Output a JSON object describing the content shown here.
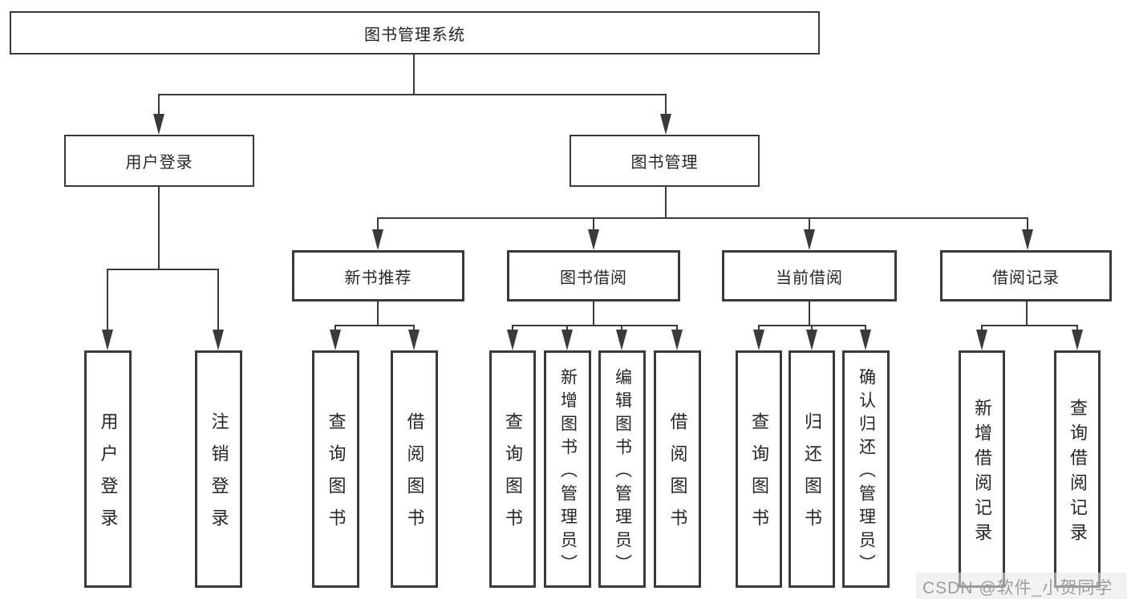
{
  "tree": {
    "root": "图书管理系统",
    "branches": [
      {
        "label": "用户登录",
        "children": [
          "用户登录",
          "注销登录"
        ]
      },
      {
        "label": "图书管理",
        "children": [
          {
            "label": "新书推荐",
            "children": [
              "查询图书",
              "借阅图书"
            ]
          },
          {
            "label": "图书借阅",
            "children": [
              "查询图书",
              "新增图书（管理员）",
              "编辑图书（管理员）",
              "借阅图书"
            ]
          },
          {
            "label": "当前借阅",
            "children": [
              "查询图书",
              "归还图书",
              "确认归还（管理员）"
            ]
          },
          {
            "label": "借阅记录",
            "children": [
              "新增借阅记录",
              "查询借阅记录"
            ]
          }
        ]
      }
    ]
  },
  "watermark": {
    "text": "CSDN @软件_小贺同学"
  },
  "colors": {
    "line": "#3a3a3a",
    "box_background": "#ffffff",
    "text": "#262626",
    "watermark": "#9e9e9e"
  }
}
